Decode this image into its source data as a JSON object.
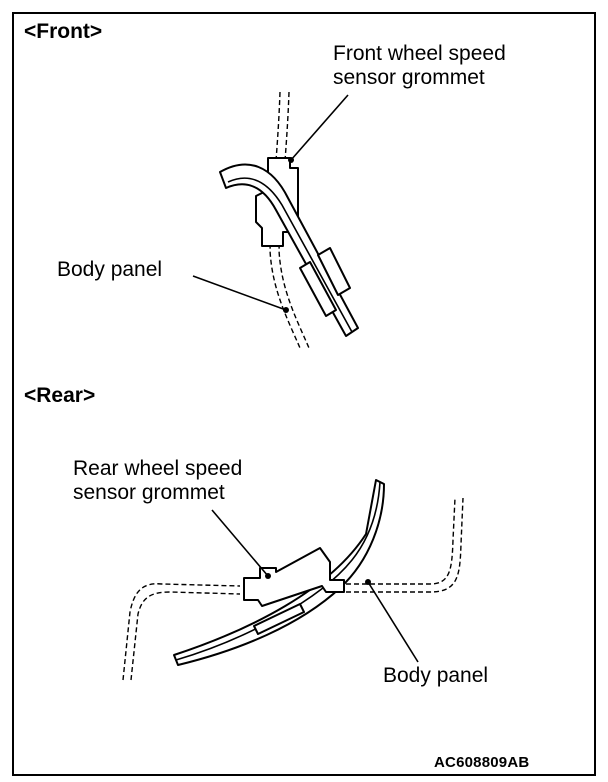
{
  "front": {
    "heading": "<Front>",
    "grommet_label": "Front wheel speed\nsensor grommet",
    "body_label": "Body panel"
  },
  "rear": {
    "heading": "<Rear>",
    "grommet_label": "Rear wheel speed\nsensor grommet",
    "body_label": "Body panel"
  },
  "figure_code": "AC608809AB"
}
